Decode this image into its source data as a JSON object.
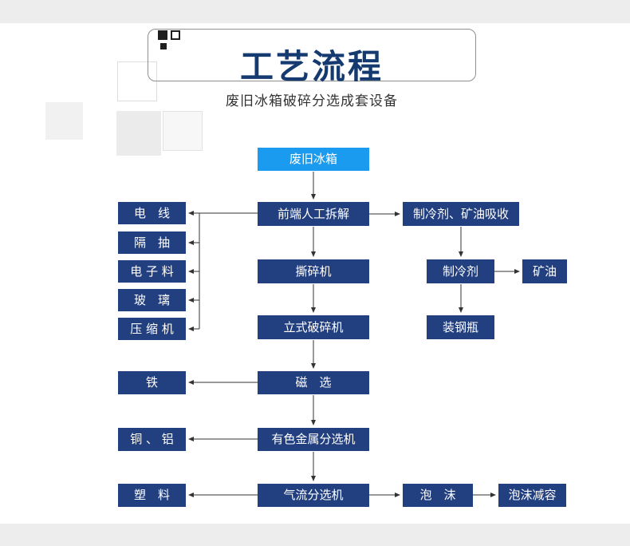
{
  "colors": {
    "accent": "#1b9bf0",
    "navy": "#223f80",
    "arrow": "#333333",
    "title": "#153a70"
  },
  "header": {
    "title": "工艺流程",
    "subtitle": "废旧冰箱破碎分选成套设备"
  },
  "nodes": {
    "source": "废旧冰箱",
    "manual_dismantle": "前端人工拆解",
    "absorb": "制冷剂、矿油吸收",
    "wire": "电　线",
    "partition": "隔　抽",
    "electronics": "电 子 料",
    "glass": "玻　璃",
    "compressor": "压 缩 机",
    "shredder": "撕碎机",
    "refrigerant": "制冷剂",
    "mineral_oil": "矿油",
    "vertical_crusher": "立式破碎机",
    "steel_cylinder": "装钢瓶",
    "magnetic": "磁　选",
    "iron": "铁",
    "nonferrous": "有色金属分选机",
    "copper_aluminum": "铜 、 铝",
    "airflow": "气流分选机",
    "plastic": "塑　料",
    "foam": "泡　沫",
    "foam_reduction": "泡沫减容"
  },
  "edges": [
    [
      "source",
      "manual_dismantle"
    ],
    [
      "manual_dismantle",
      "wire"
    ],
    [
      "manual_dismantle",
      "partition"
    ],
    [
      "manual_dismantle",
      "electronics"
    ],
    [
      "manual_dismantle",
      "glass"
    ],
    [
      "manual_dismantle",
      "compressor"
    ],
    [
      "manual_dismantle",
      "absorb"
    ],
    [
      "manual_dismantle",
      "shredder"
    ],
    [
      "absorb",
      "refrigerant"
    ],
    [
      "refrigerant",
      "mineral_oil"
    ],
    [
      "refrigerant",
      "steel_cylinder"
    ],
    [
      "shredder",
      "vertical_crusher"
    ],
    [
      "vertical_crusher",
      "magnetic"
    ],
    [
      "magnetic",
      "iron"
    ],
    [
      "magnetic",
      "nonferrous"
    ],
    [
      "nonferrous",
      "copper_aluminum"
    ],
    [
      "nonferrous",
      "airflow"
    ],
    [
      "airflow",
      "plastic"
    ],
    [
      "airflow",
      "foam"
    ],
    [
      "foam",
      "foam_reduction"
    ]
  ]
}
